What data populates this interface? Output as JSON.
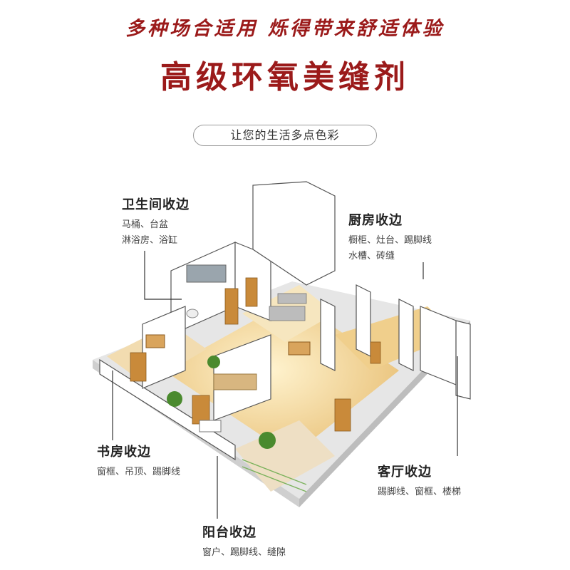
{
  "header": {
    "tagline": "多种场合适用 烁得带来舒适体验",
    "title": "高级环氧美缝剂",
    "subtitle": "让您的生活多点色彩"
  },
  "callouts": {
    "bathroom": {
      "title": "卫生间收边",
      "line1": "马桶、台盆",
      "line2": "淋浴房、浴缸"
    },
    "kitchen": {
      "title": "厨房收边",
      "line1": "橱柜、灶台、踢脚线",
      "line2": "水槽、砖缝"
    },
    "study": {
      "title": "书房收边",
      "line1": "窗框、吊顶、踢脚线"
    },
    "living": {
      "title": "客厅收边",
      "line1": "踢脚线、窗框、楼梯"
    },
    "balcony": {
      "title": "阳台收边",
      "line1": "窗户、踢脚线、缝隙"
    }
  },
  "colors": {
    "accent": "#9b1a1a",
    "floor": "#f3d79a",
    "wall": "#ffffff",
    "wood": "#c98a3a"
  }
}
